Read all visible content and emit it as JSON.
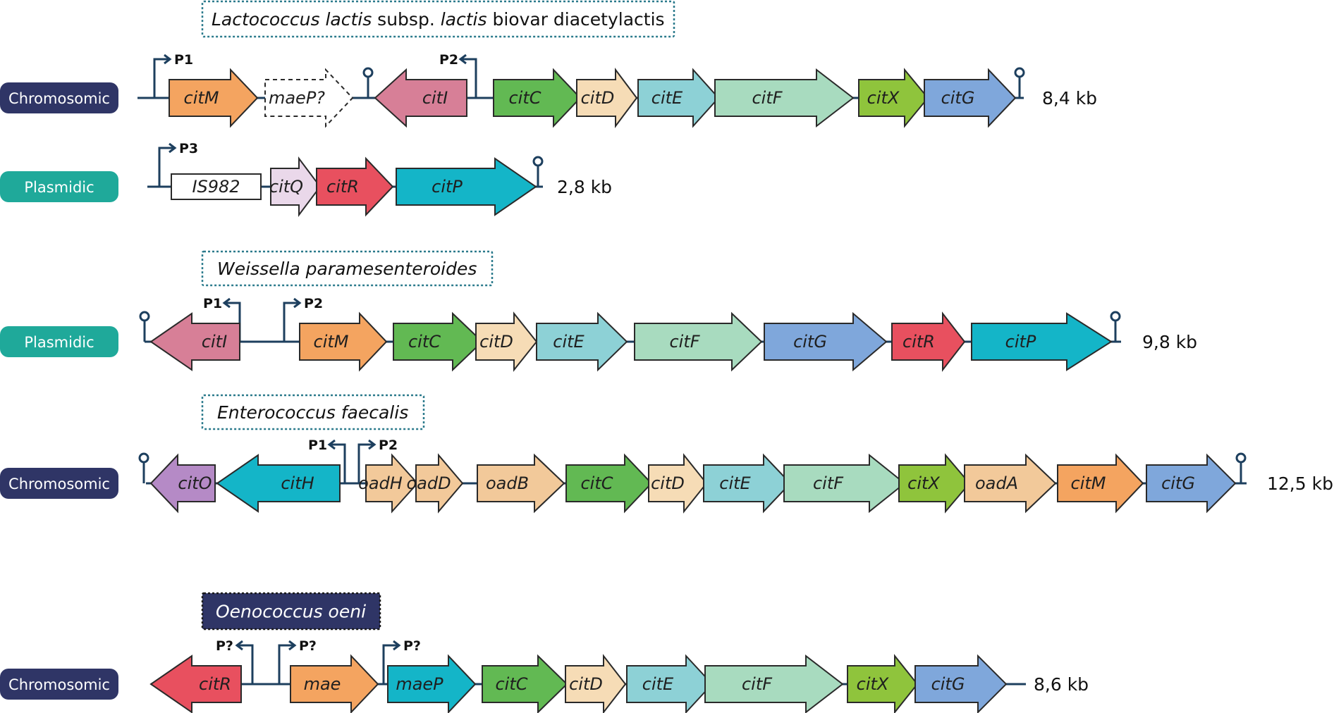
{
  "colors": {
    "navy": "#2f3566",
    "teal": "#1fa99a",
    "backbone": "#1d3f5e",
    "title_border": "#2b7a8c",
    "citM": "#f4a460",
    "citI": "#d77f97",
    "citC": "#62b953",
    "citD": "#f6dcb6",
    "citE": "#8dd1d6",
    "citF": "#a8dbbf",
    "citX": "#8fc43c",
    "citG": "#7fa7db",
    "citQ": "#ead8ea",
    "citR": "#e8505f",
    "citP": "#14b5c8",
    "citO": "#b58ac6",
    "citH": "#14b5c8",
    "oad": "#f2c99a",
    "mae": "#f4a460",
    "maeP": "#14b5c8"
  },
  "organisms": [
    {
      "title_parts": [
        {
          "text": "Lactococcus lactis",
          "italic": true
        },
        {
          "text": " subsp. ",
          "italic": false
        },
        {
          "text": "lactis",
          "italic": true
        },
        {
          "text": " biovar diacetylactis",
          "italic": false
        }
      ],
      "title_dark": false,
      "tracks": [
        {
          "tag": "Chromosomic",
          "tag_color": "navy",
          "size": "8,4 kb",
          "promoters": [
            {
              "label": "P1"
            },
            {
              "label": "P2"
            }
          ],
          "genes": [
            {
              "name": "citM",
              "color": "citM"
            },
            {
              "name": "maeP?",
              "color": "none",
              "dashed": true
            },
            {
              "name": "citI",
              "color": "citI"
            },
            {
              "name": "citC",
              "color": "citC"
            },
            {
              "name": "citD",
              "color": "citD"
            },
            {
              "name": "citE",
              "color": "citE"
            },
            {
              "name": "citF",
              "color": "citF"
            },
            {
              "name": "citX",
              "color": "citX"
            },
            {
              "name": "citG",
              "color": "citG"
            }
          ]
        },
        {
          "tag": "Plasmidic",
          "tag_color": "teal",
          "size": "2,8 kb",
          "promoters": [
            {
              "label": "P3"
            }
          ],
          "genes": [
            {
              "name": "IS982",
              "color": "none",
              "box": true
            },
            {
              "name": "citQ",
              "color": "citQ"
            },
            {
              "name": "citR",
              "color": "citR"
            },
            {
              "name": "citP",
              "color": "citP"
            }
          ]
        }
      ]
    },
    {
      "title_parts": [
        {
          "text": "Weissella paramesenteroides",
          "italic": true
        }
      ],
      "title_dark": false,
      "tracks": [
        {
          "tag": "Plasmidic",
          "tag_color": "teal",
          "size": "9,8 kb",
          "promoters": [
            {
              "label": "P1"
            },
            {
              "label": "P2"
            }
          ],
          "genes": [
            {
              "name": "citI",
              "color": "citI"
            },
            {
              "name": "citM",
              "color": "citM"
            },
            {
              "name": "citC",
              "color": "citC"
            },
            {
              "name": "citD",
              "color": "citD"
            },
            {
              "name": "citE",
              "color": "citE"
            },
            {
              "name": "citF",
              "color": "citF"
            },
            {
              "name": "citG",
              "color": "citG"
            },
            {
              "name": "citR",
              "color": "citR"
            },
            {
              "name": "citP",
              "color": "citP"
            }
          ]
        }
      ]
    },
    {
      "title_parts": [
        {
          "text": "Enterococcus faecalis",
          "italic": true
        }
      ],
      "title_dark": false,
      "tracks": [
        {
          "tag": "Chromosomic",
          "tag_color": "navy",
          "size": "12,5 kb",
          "promoters": [
            {
              "label": "P1"
            },
            {
              "label": "P2"
            }
          ],
          "genes": [
            {
              "name": "citO",
              "color": "citO"
            },
            {
              "name": "citH",
              "color": "citH"
            },
            {
              "name": "oadH",
              "color": "oad"
            },
            {
              "name": "oadD",
              "color": "oad"
            },
            {
              "name": "oadB",
              "color": "oad"
            },
            {
              "name": "citC",
              "color": "citC"
            },
            {
              "name": "citD",
              "color": "citD"
            },
            {
              "name": "citE",
              "color": "citE"
            },
            {
              "name": "citF",
              "color": "citF"
            },
            {
              "name": "citX",
              "color": "citX"
            },
            {
              "name": "oadA",
              "color": "oad"
            },
            {
              "name": "citM",
              "color": "citM"
            },
            {
              "name": "citG",
              "color": "citG"
            }
          ]
        }
      ]
    },
    {
      "title_parts": [
        {
          "text": "Oenococcus oeni",
          "italic": true
        }
      ],
      "title_dark": true,
      "tracks": [
        {
          "tag": "Chromosomic",
          "tag_color": "navy",
          "size": "8,6 kb",
          "promoters": [
            {
              "label": "P?"
            },
            {
              "label": "P?"
            },
            {
              "label": "P?"
            }
          ],
          "genes": [
            {
              "name": "citR",
              "color": "citR"
            },
            {
              "name": "mae",
              "color": "mae"
            },
            {
              "name": "maeP",
              "color": "maeP"
            },
            {
              "name": "citC",
              "color": "citC"
            },
            {
              "name": "citD",
              "color": "citD"
            },
            {
              "name": "citE",
              "color": "citE"
            },
            {
              "name": "citF",
              "color": "citF"
            },
            {
              "name": "citX",
              "color": "citX"
            },
            {
              "name": "citG",
              "color": "citG"
            }
          ]
        }
      ]
    }
  ]
}
